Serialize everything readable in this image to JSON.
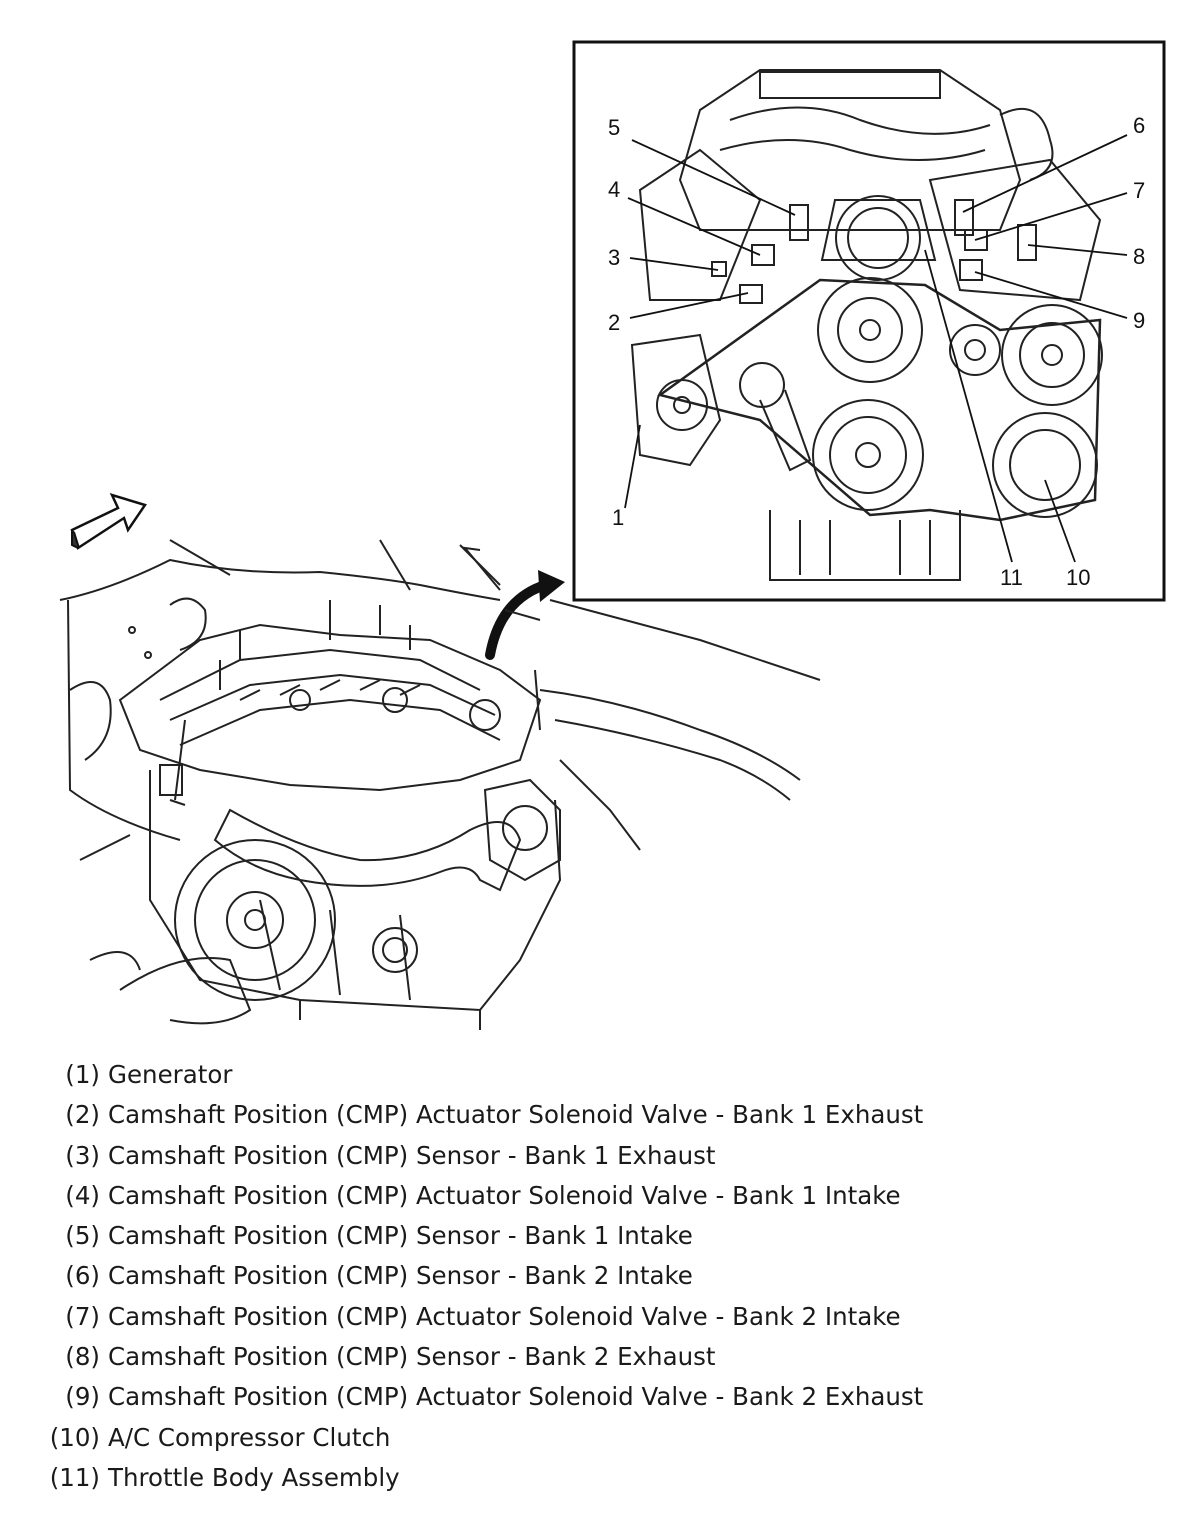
{
  "callouts": [
    "1",
    "2",
    "3",
    "4",
    "5",
    "6",
    "7",
    "8",
    "9",
    "10",
    "11"
  ],
  "legend": [
    {
      "num": "(1)",
      "text": "Generator"
    },
    {
      "num": "(2)",
      "text": "Camshaft Position (CMP) Actuator Solenoid Valve - Bank 1 Exhaust"
    },
    {
      "num": "(3)",
      "text": "Camshaft Position (CMP) Sensor - Bank 1 Exhaust"
    },
    {
      "num": "(4)",
      "text": "Camshaft Position (CMP) Actuator Solenoid Valve - Bank 1 Intake"
    },
    {
      "num": "(5)",
      "text": "Camshaft Position (CMP) Sensor - Bank 1 Intake"
    },
    {
      "num": "(6)",
      "text": "Camshaft Position (CMP) Sensor - Bank 2 Intake"
    },
    {
      "num": "(7)",
      "text": "Camshaft Position (CMP) Actuator Solenoid Valve - Bank 2 Intake"
    },
    {
      "num": "(8)",
      "text": "Camshaft Position (CMP) Sensor - Bank 2 Exhaust"
    },
    {
      "num": "(9)",
      "text": "Camshaft Position (CMP) Actuator Solenoid Valve - Bank 2 Exhaust"
    },
    {
      "num": "(10)",
      "text": "A/C Compressor Clutch"
    },
    {
      "num": "(11)",
      "text": "Throttle Body Assembly"
    }
  ]
}
